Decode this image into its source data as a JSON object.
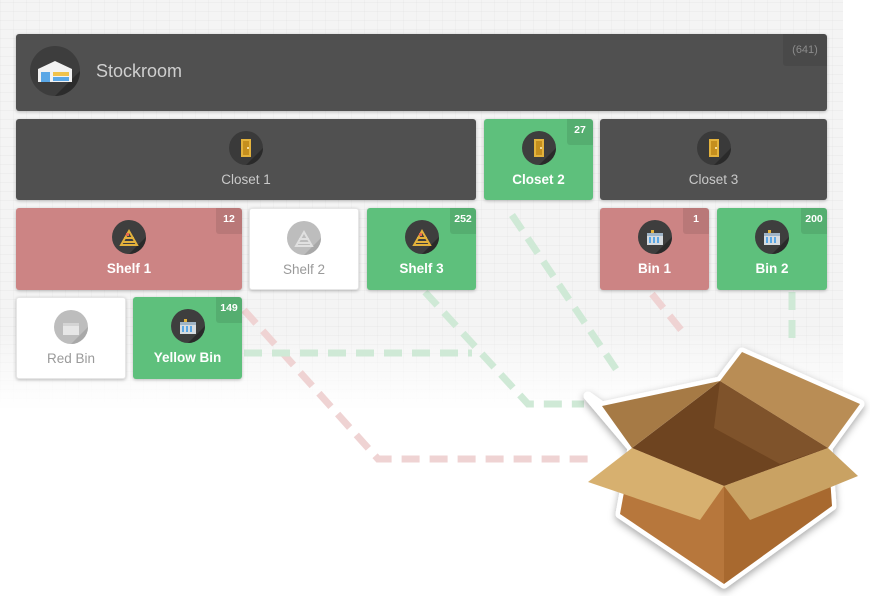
{
  "stockroom": {
    "label": "Stockroom",
    "total": "(641)",
    "icon": "warehouse-icon"
  },
  "closets": [
    {
      "label": "Closet 1",
      "icon": "door-icon",
      "status": "none"
    },
    {
      "label": "Closet 2",
      "icon": "door-icon",
      "status": "ok",
      "count": "27"
    },
    {
      "label": "Closet 3",
      "icon": "door-icon",
      "status": "none"
    }
  ],
  "shelves": [
    {
      "label": "Shelf 1",
      "icon": "shelf-icon",
      "status": "low",
      "count": "12"
    },
    {
      "label": "Shelf 2",
      "icon": "shelf-icon",
      "status": "empty"
    },
    {
      "label": "Shelf 3",
      "icon": "shelf-icon",
      "status": "ok",
      "count": "252"
    }
  ],
  "bins": [
    {
      "label": "Bin 1",
      "icon": "bin-icon",
      "status": "low",
      "count": "1"
    },
    {
      "label": "Bin 2",
      "icon": "bin-icon",
      "status": "ok",
      "count": "200"
    },
    {
      "label": "Red Bin",
      "icon": "bin-icon",
      "status": "empty"
    },
    {
      "label": "Yellow Bin",
      "icon": "bin-icon",
      "status": "ok",
      "count": "149"
    }
  ],
  "colors": {
    "dark": "#505050",
    "ok": "#5ec07c",
    "low": "#cc8484",
    "empty": "#ffffff",
    "ok_path": "#cfe9d6",
    "low_path": "#efd3d3"
  },
  "product": {
    "icon": "cardboard-box-icon"
  }
}
